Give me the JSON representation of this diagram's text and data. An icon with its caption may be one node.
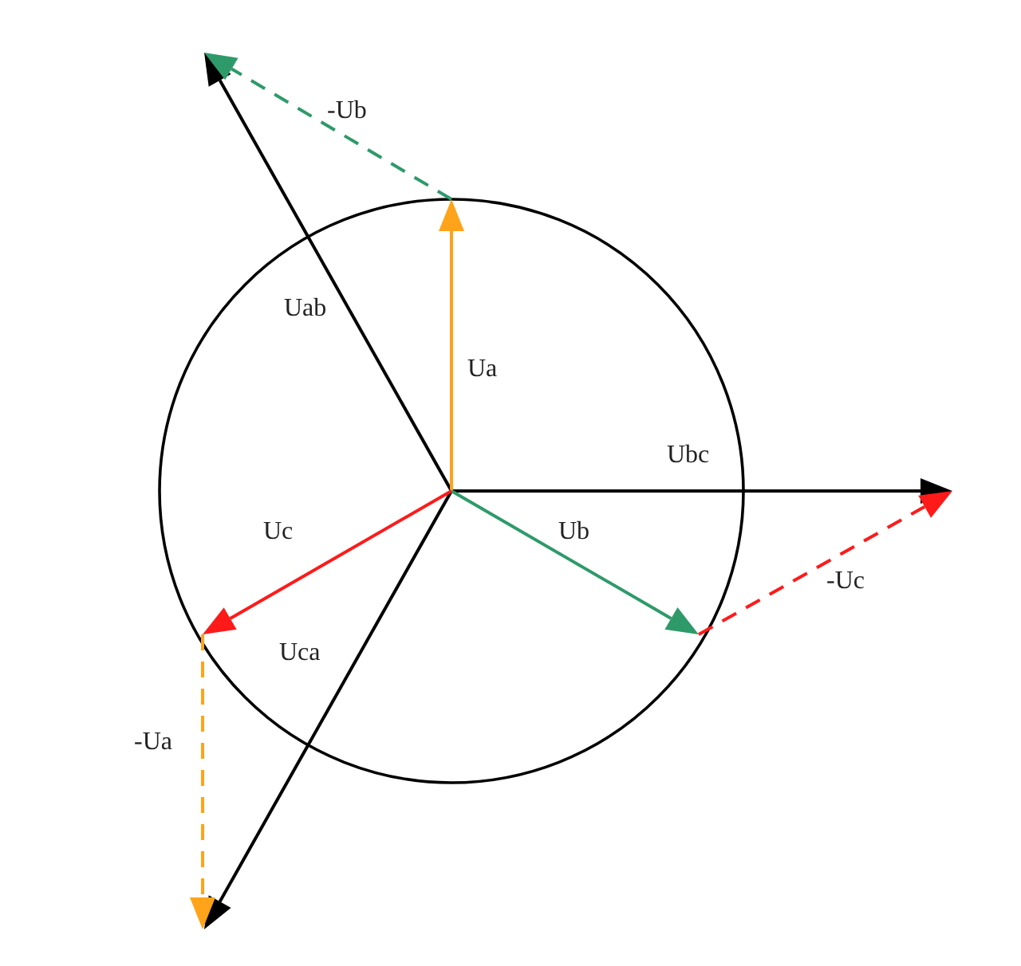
{
  "diagram": {
    "labels": [
      "-Ub",
      "Uab",
      "Ua",
      "Ubc",
      "Uc",
      "Ub",
      "-Uc",
      "Uca",
      "-Ua"
    ]
  }
}
